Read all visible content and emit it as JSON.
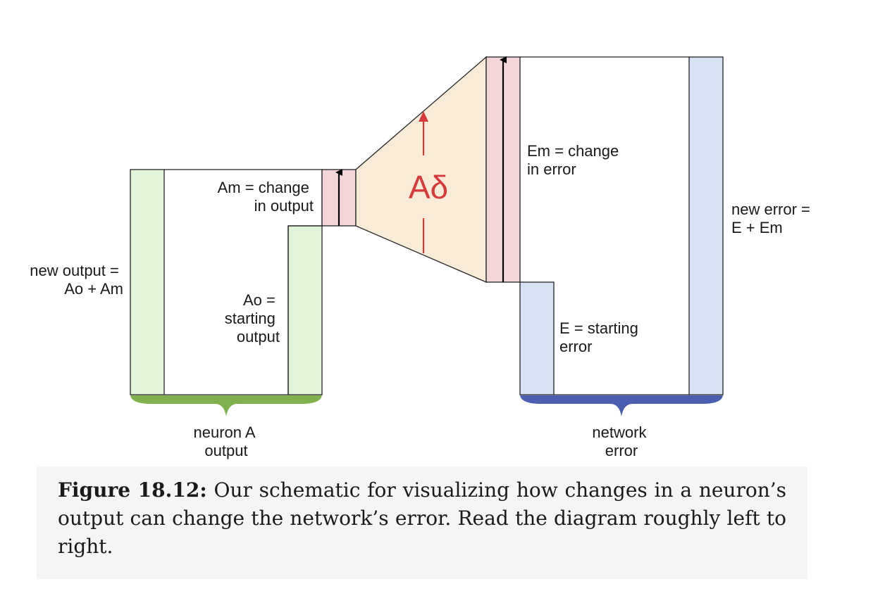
{
  "diagram": {
    "am_label": [
      "Am = change",
      "in output"
    ],
    "new_output_label": [
      "new output =",
      "Ao + Am"
    ],
    "ao_label": [
      "Ao =",
      "starting",
      "output"
    ],
    "delta_label": "Aδ",
    "em_label": [
      "Em = change",
      "in error"
    ],
    "new_error_label": [
      "new error =",
      "E + Em"
    ],
    "e_label": [
      "E = starting",
      "error"
    ],
    "neuron_brace_label": [
      "neuron A",
      "output"
    ],
    "network_brace_label": [
      "network",
      "error"
    ]
  },
  "colors": {
    "green_fill": "#e2f4d8",
    "green_brace": "#7fb24e",
    "pink_fill": "#f4d6d9",
    "tan_fill": "#f8ecd8",
    "blue_fill": "#d8e2f5",
    "blue_brace": "#4a5fb0",
    "red_arrow": "#d63a3a"
  },
  "caption": {
    "lead": "Figure 18.12:",
    "text": " Our schematic for visualizing how changes in a neuron’s output can change the network’s error. Read the diagram roughly left to right."
  }
}
